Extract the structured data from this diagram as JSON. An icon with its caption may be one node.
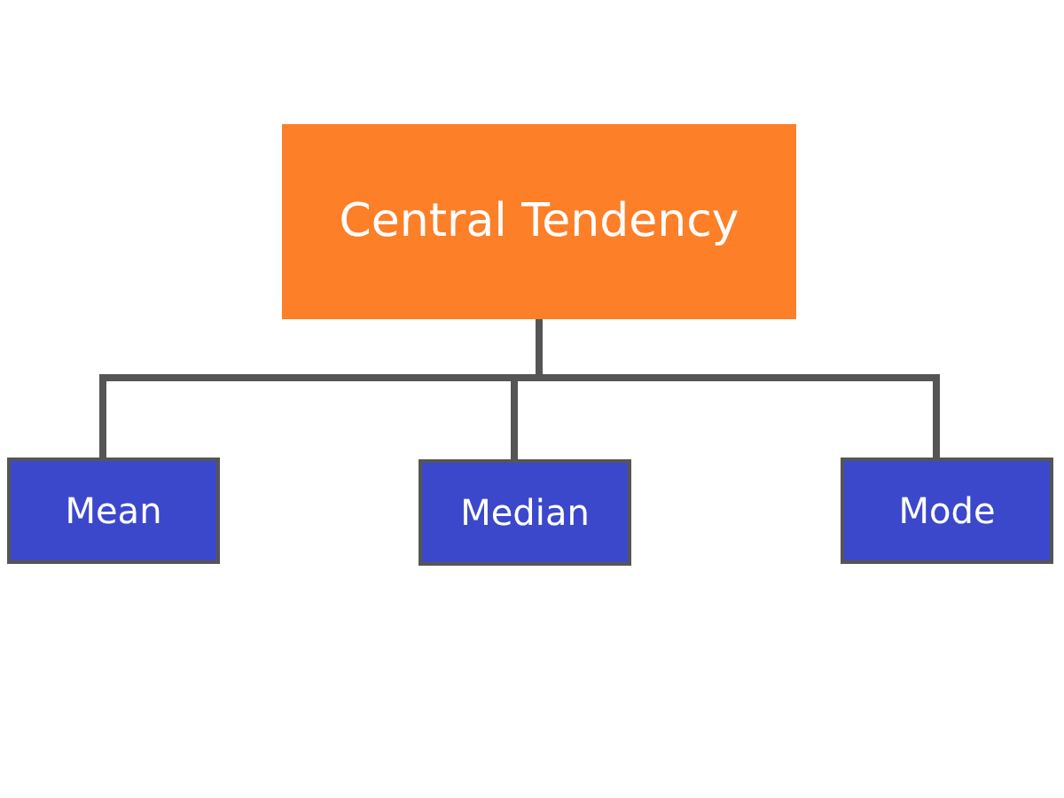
{
  "diagram": {
    "nodes": [
      {
        "text": [
          "Central Tendency"
        ]
      },
      {
        "text": [
          "Mean"
        ]
      },
      {
        "text": [
          "Median"
        ]
      },
      {
        "text": [
          "Mode"
        ]
      }
    ],
    "edges": [
      {
        "from": 0,
        "to": 1,
        "arrow": "none"
      },
      {
        "from": 0,
        "to": 2,
        "arrow": "none"
      },
      {
        "from": 0,
        "to": 3,
        "arrow": "none"
      }
    ]
  }
}
